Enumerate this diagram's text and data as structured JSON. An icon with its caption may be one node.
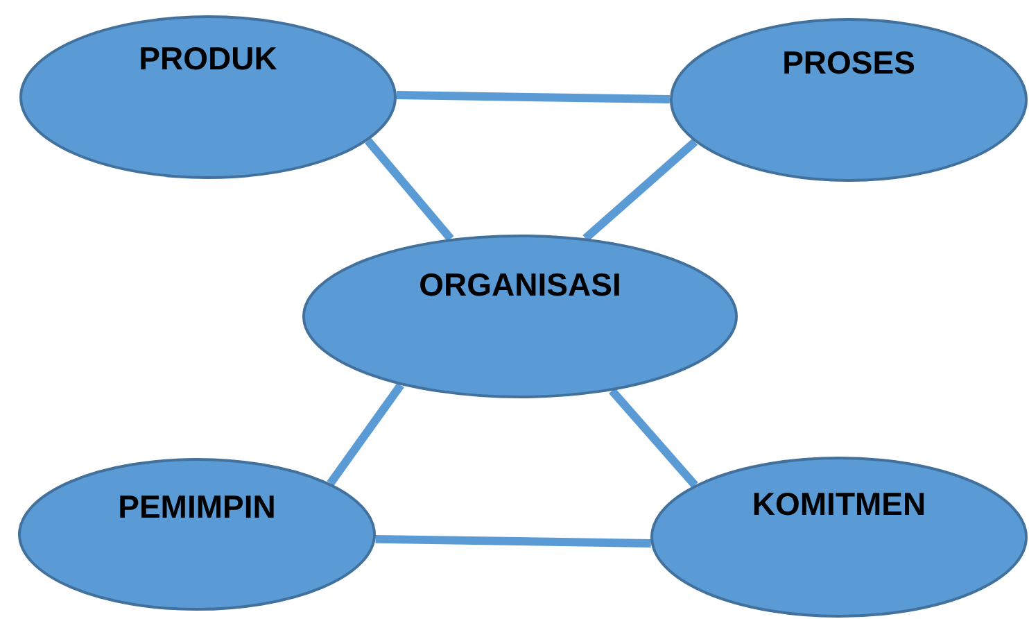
{
  "diagram": {
    "nodes": [
      {
        "text": [
          "PRODUK"
        ]
      },
      {
        "text": [
          "PROSES"
        ]
      },
      {
        "text": [
          "ORGANISASI"
        ]
      },
      {
        "text": [
          "PEMIMPIN"
        ]
      },
      {
        "text": [
          "KOMITMEN"
        ]
      }
    ],
    "edges": [
      {
        "from": 0,
        "to": 1,
        "arrow": "none"
      },
      {
        "from": 0,
        "to": 2,
        "arrow": "none"
      },
      {
        "from": 1,
        "to": 2,
        "arrow": "none"
      },
      {
        "from": 2,
        "to": 3,
        "arrow": "none"
      },
      {
        "from": 2,
        "to": 4,
        "arrow": "none"
      },
      {
        "from": 3,
        "to": 4,
        "arrow": "none"
      }
    ]
  }
}
